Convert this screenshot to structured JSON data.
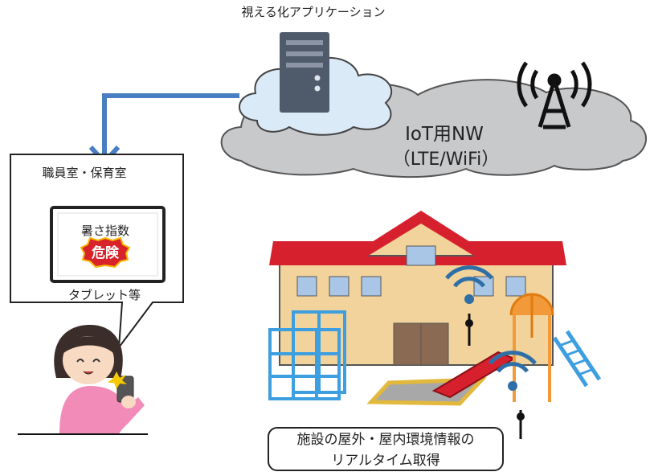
{
  "app": {
    "label": "視える化アプリケーション"
  },
  "network": {
    "line1": "IoT用NW",
    "line2": "（LTE/WiFi）"
  },
  "office": {
    "title": "職員室・保育室",
    "tablet_heading": "暑さ指数",
    "danger_badge": "危険",
    "device_label": "タブレット等"
  },
  "facility": {
    "caption_line1": "施設の屋外・屋内環境情報の",
    "caption_line2": "リアルタイム取得"
  },
  "colors": {
    "cloud_gray": "#c8c9cb",
    "cloud_blue": "#dbeaf7",
    "server": "#4f5a6b",
    "arrow": "#4a7ec2",
    "roof": "#d7202e",
    "wall": "#f2d39b",
    "danger": "#d8232a",
    "wifi": "#2f6fa8"
  }
}
